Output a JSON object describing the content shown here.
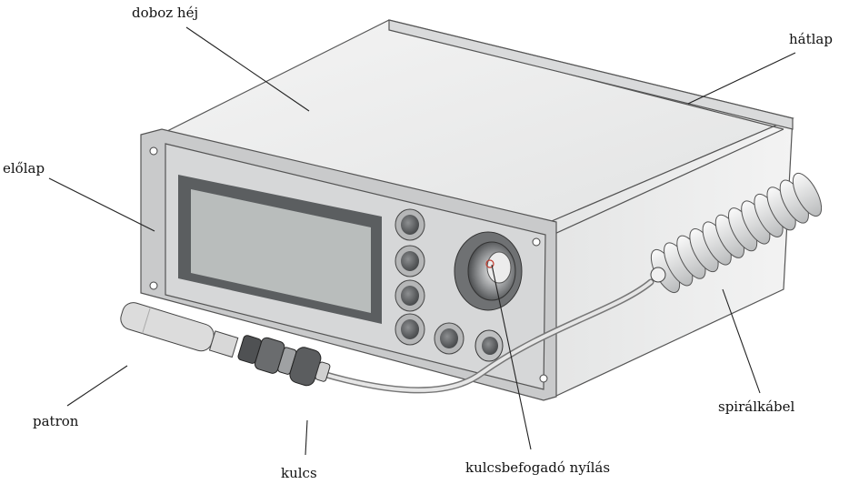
{
  "labels": {
    "box_shell": "doboz héj",
    "back_panel": "hátlap",
    "front_panel": "előlap",
    "cartridge": "patron",
    "key": "kulcs",
    "key_slot": "kulcsbefogadó nyílás",
    "coiled_cable": "spirálkábel"
  },
  "colors": {
    "body": "#eceded",
    "front": "#d4d5d6",
    "display": "#b9bdbc",
    "edge": "#555555"
  }
}
